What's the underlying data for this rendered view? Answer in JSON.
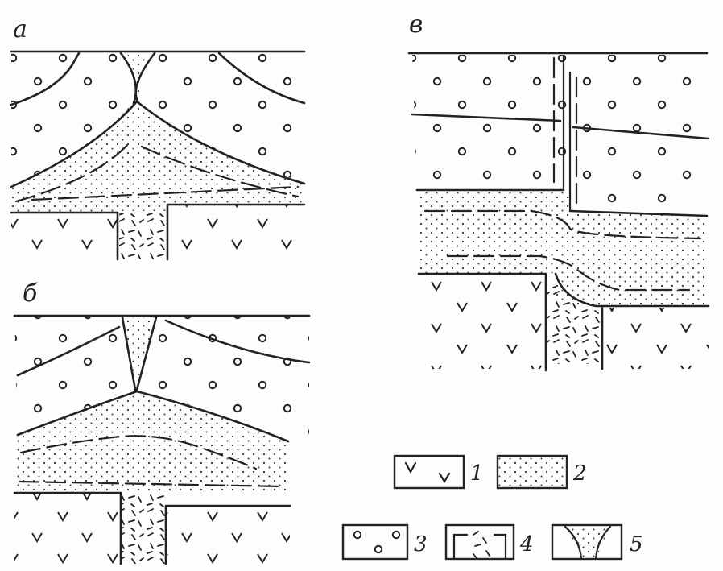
{
  "panels": [
    {
      "label": "а"
    },
    {
      "label": "б"
    },
    {
      "label": "в"
    }
  ],
  "legend": [
    {
      "number": "1"
    },
    {
      "number": "2"
    },
    {
      "number": "3"
    },
    {
      "number": "4"
    },
    {
      "number": "5"
    }
  ]
}
